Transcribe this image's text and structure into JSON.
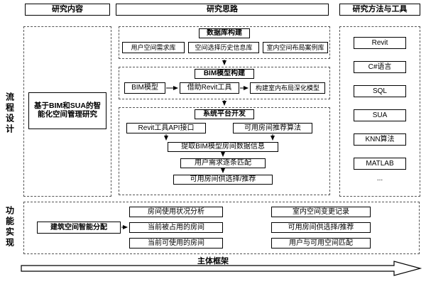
{
  "headers": {
    "content": "研究内容",
    "approach": "研究思路",
    "methods": "研究方法与工具"
  },
  "side": {
    "process": "流程设计",
    "function": "功能实现"
  },
  "main_topic": "基于BIM和SUA的智能化空间管理研究",
  "database": {
    "title": "数据库构建",
    "items": [
      "用户空间需求库",
      "空间选择历史信息库",
      "室内空间布局案例库"
    ]
  },
  "bim": {
    "title": "BIM模型构建",
    "steps": [
      "BIM模型",
      "借助Revit工具",
      "构建室内布局深化模型"
    ]
  },
  "platform": {
    "title": "系统平台开发",
    "api": "Revit工具API接口",
    "algo": "可用房间推荐算法",
    "extract": "提取BIM模型房间数据信息",
    "match": "用户需求逐条匹配",
    "recommend": "可用房间供选择/推荐"
  },
  "tools": [
    "Revit",
    "C#语言",
    "SQL",
    "SUA",
    "KNN算法",
    "MATLAB",
    "..."
  ],
  "functions": {
    "allocate": "建筑空间智能分配",
    "analysis": [
      "房间使用状况分析",
      "当前被占用的房间",
      "当前可使用的房间"
    ],
    "records": [
      "室内空间变更记录",
      "可用房间供选择/推荐",
      "用户与可用空间匹配"
    ]
  },
  "footer": "主体框架"
}
